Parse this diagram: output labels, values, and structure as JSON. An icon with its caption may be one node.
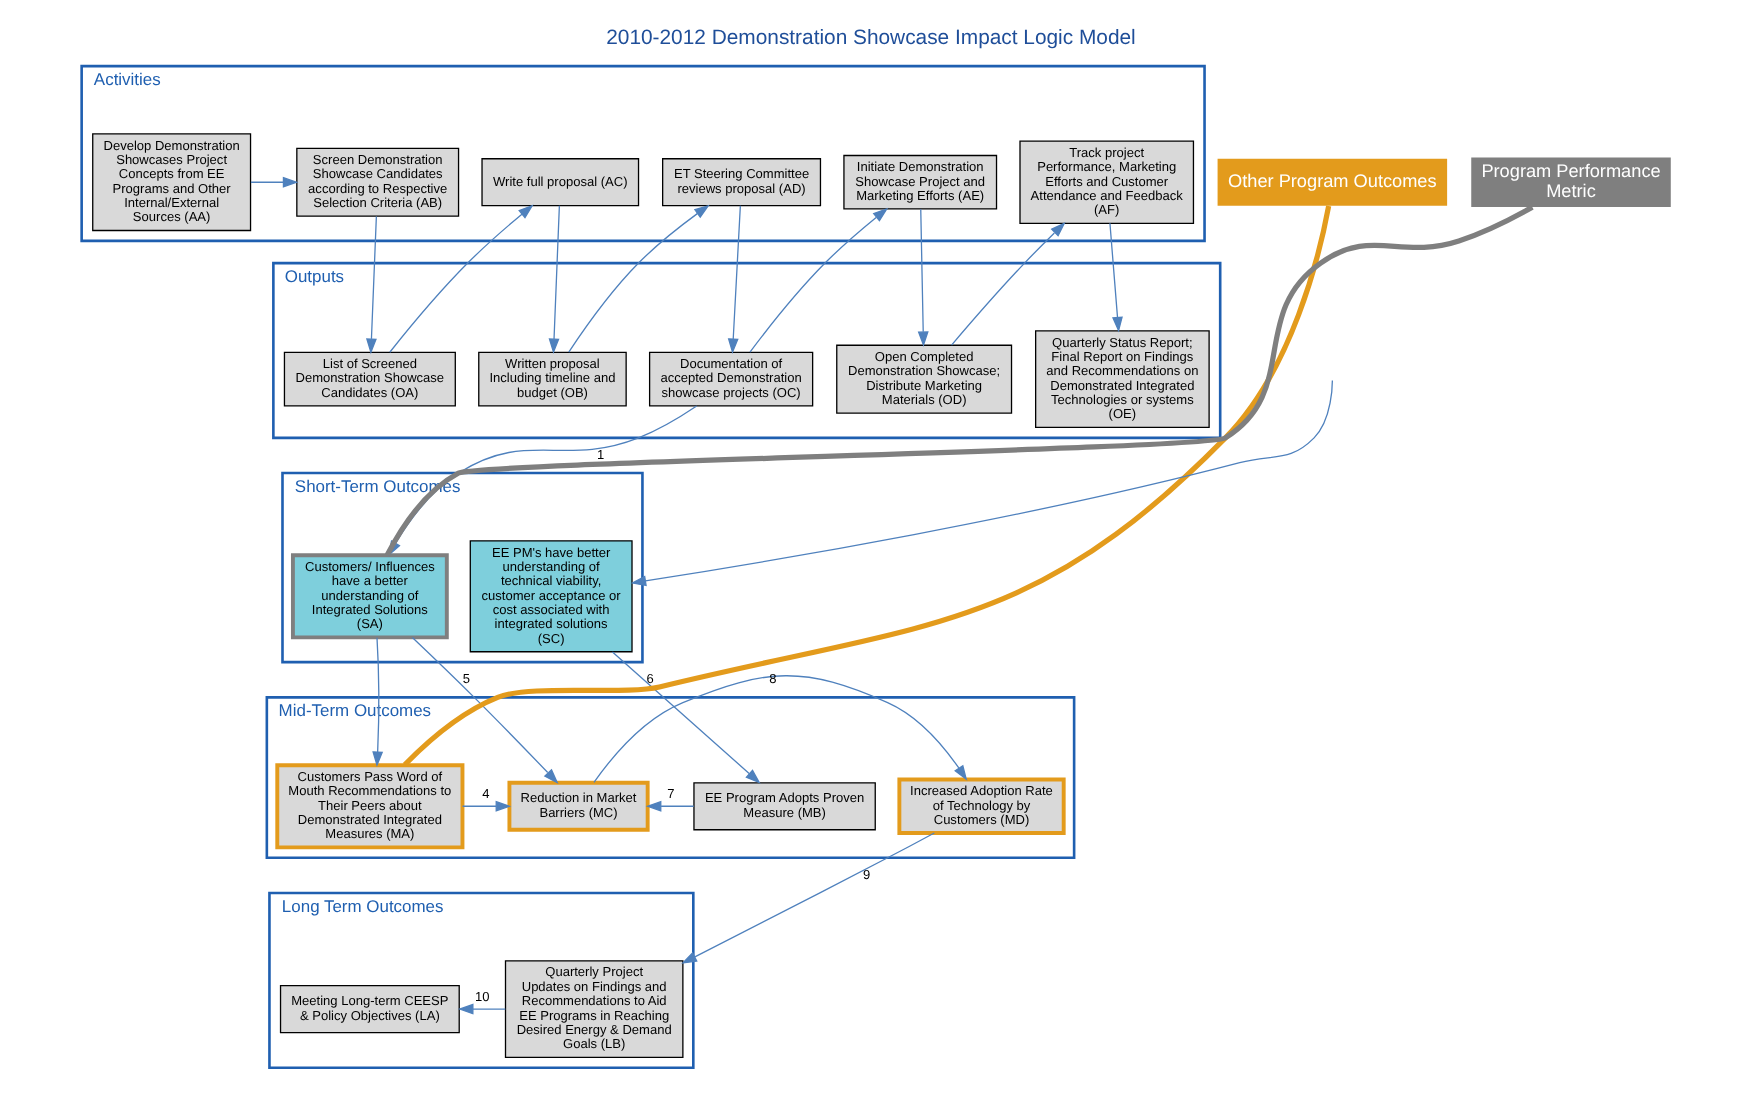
{
  "diagram": {
    "title": "2010-2012 Demonstration Showcase Impact Logic Model",
    "nodes": [
      {
        "text": [
          "Activities"
        ]
      },
      {
        "text": [
          "Develop Demonstration Showcases Project Concepts from EE Programs and Other Internal/External Sources (AA)"
        ],
        "in": 0
      },
      {
        "text": [
          "Screen Demonstration Showcase Candidates according to Respective Selection Criteria (AB)"
        ],
        "in": 0
      },
      {
        "text": [
          "Write full proposal (AC)"
        ],
        "in": 0
      },
      {
        "text": [
          "ET Steering Committee reviews proposal (AD)"
        ],
        "in": 0
      },
      {
        "text": [
          "Initiate Demonstration Showcase Project and Marketing Efforts (AE)"
        ],
        "in": 0
      },
      {
        "text": [
          "Track project Performance, Marketing Efforts and Customer Attendance and Feedback (AF)"
        ],
        "in": 0
      },
      {
        "text": [
          "Outputs"
        ]
      },
      {
        "text": [
          "List of Screened Demonstration Showcase Candidates (OA)"
        ],
        "in": 7
      },
      {
        "text": [
          "Written proposal Including timeline and budget (OB)"
        ],
        "in": 7
      },
      {
        "text": [
          "Documentation of accepted Demonstration showcase projects (OC)"
        ],
        "in": 7
      },
      {
        "text": [
          "Open Completed Demonstration Showcase; Distribute Marketing Materials (OD)"
        ],
        "in": 7
      },
      {
        "text": [
          "Quarterly Status Report; Final Report on Findings and Recommendations on Demonstrated Integrated Technologies or systems (OE)"
        ],
        "in": 7
      },
      {
        "text": [
          "Short-Term Outcomes"
        ]
      },
      {
        "text": [
          "Customers/ Influences have a better understanding of Integrated Solutions (SA)"
        ],
        "in": 13
      },
      {
        "text": [
          "EE PM's have better understanding of technical viability, customer acceptance or cost associated with integrated solutions (SC)"
        ],
        "in": 13
      },
      {
        "text": [
          "Mid-Term Outcomes"
        ]
      },
      {
        "text": [
          "Customers Pass Word of Mouth Recommendations to Their Peers about Demonstrated Integrated Measures (MA)"
        ],
        "in": 16
      },
      {
        "text": [
          "EE Program Adopts Proven Measure (MB)"
        ],
        "in": 16
      },
      {
        "text": [
          "Reduction in Market Barriers (MC)"
        ],
        "in": 16
      },
      {
        "text": [
          "Increased Adoption Rate of Technology by Customers (MD)"
        ],
        "in": 16
      },
      {
        "text": [
          "Long Term Outcomes"
        ]
      },
      {
        "text": [
          "Meeting Long-term CEESP & Policy Objectives (LA)"
        ],
        "in": 21
      },
      {
        "text": [
          "Quarterly Project Updates on Findings and Recommendations to Aid EE Programs in Reaching Desired Energy & Demand Goals (LB)"
        ],
        "in": 21
      },
      {
        "text": [
          "Other Program Outcomes"
        ]
      },
      {
        "text": [
          "Program Performance Metric"
        ]
      }
    ],
    "edges": [
      {
        "from": 1,
        "to": 2,
        "arrow": "to"
      },
      {
        "from": 2,
        "to": 8,
        "arrow": "to"
      },
      {
        "from": 8,
        "to": 3,
        "arrow": "to"
      },
      {
        "from": 3,
        "to": 9,
        "arrow": "to"
      },
      {
        "from": 9,
        "to": 4,
        "arrow": "to"
      },
      {
        "from": 4,
        "to": 10,
        "arrow": "to"
      },
      {
        "from": 10,
        "to": 5,
        "arrow": "to"
      },
      {
        "from": 5,
        "to": 11,
        "arrow": "to"
      },
      {
        "from": 11,
        "to": 6,
        "arrow": "to"
      },
      {
        "from": 6,
        "to": 12,
        "arrow": "to"
      },
      {
        "from": 10,
        "to": 14,
        "arrow": "to",
        "label": "1"
      },
      {
        "from": null,
        "to": 15,
        "arrow": "to"
      },
      {
        "from": 14,
        "to": 17,
        "arrow": "to"
      },
      {
        "from": 14,
        "to": 19,
        "arrow": "to",
        "label": "5"
      },
      {
        "from": 15,
        "to": 18,
        "arrow": "to",
        "label": "6"
      },
      {
        "from": 18,
        "to": 19,
        "arrow": "to",
        "label": "7"
      },
      {
        "from": 17,
        "to": 19,
        "arrow": "to",
        "label": "4"
      },
      {
        "from": 19,
        "to": 20,
        "arrow": "to",
        "label": "8"
      },
      {
        "from": 20,
        "to": 23,
        "arrow": "to",
        "label": "9"
      },
      {
        "from": 23,
        "to": 22,
        "arrow": "to",
        "label": "10"
      },
      {
        "from": 24,
        "to": 17,
        "arrow": "none",
        "style": "thick",
        "color": "#e39b1c"
      },
      {
        "from": 25,
        "to": 14,
        "arrow": "none",
        "style": "thick",
        "color": "#7f7f7f"
      }
    ]
  }
}
